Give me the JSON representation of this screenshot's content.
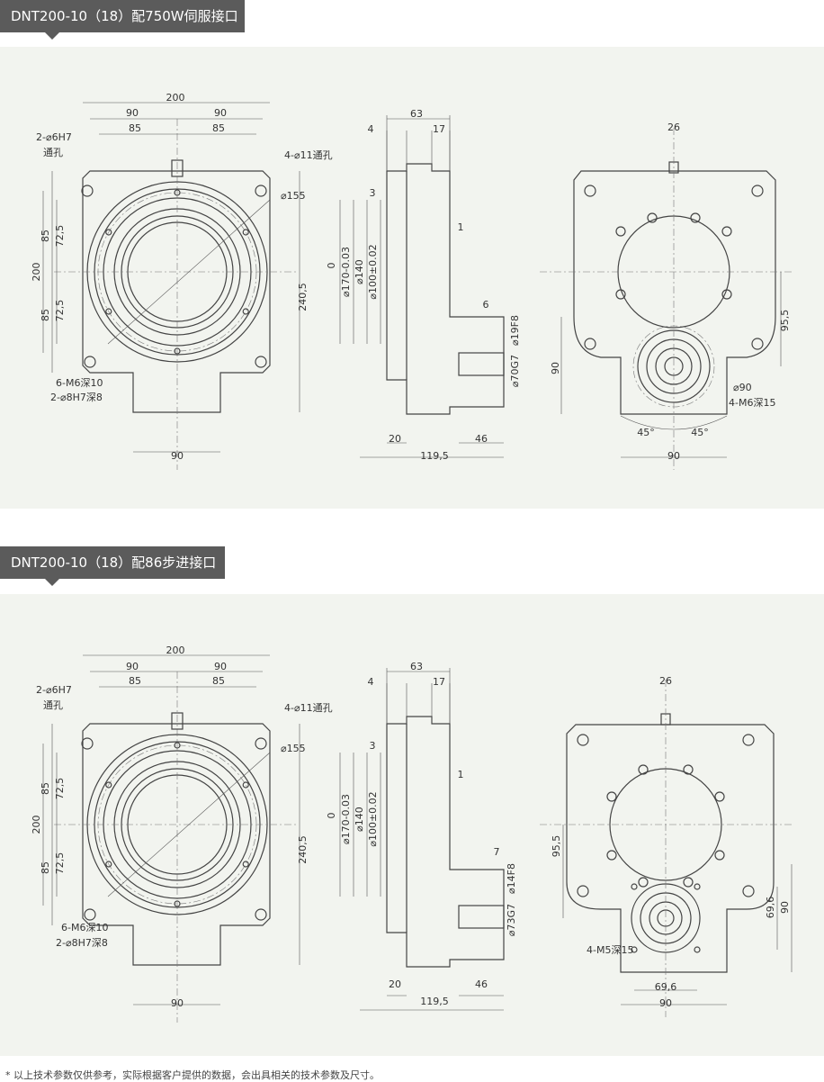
{
  "sections": [
    {
      "title": "DNT200-10（18）配750W伺服接口",
      "front": {
        "w200": "200",
        "w90a": "90",
        "w90b": "90",
        "w85a": "85",
        "w85b": "85",
        "hole1": "2-⌀6H7",
        "hole1b": "通孔",
        "hole2": "4-⌀11通孔",
        "d155": "⌀155",
        "h85a": "85",
        "h725a": "72,5",
        "h200": "200",
        "h85b": "85",
        "h725b": "72,5",
        "h2405": "240,5",
        "m6": "6-M6深10",
        "pin": "2-⌀8H7深8",
        "b90": "90"
      },
      "side": {
        "d63": "63",
        "d4": "4",
        "d17": "17",
        "d3": "3",
        "d1": "1",
        "d0": "0",
        "d170": "⌀170-0.03",
        "d140": "⌀140",
        "d100": "⌀100±0.02",
        "dk": "6",
        "shaft": "⌀19F8",
        "spigot": "⌀70G7",
        "d20": "20",
        "d46": "46",
        "d1195": "119,5"
      },
      "right": {
        "d26": "26",
        "d955": "95,5",
        "d90l": "90",
        "d90c": "⌀90",
        "tap": "4-M6深15",
        "a1": "45°",
        "a2": "45°",
        "b90": "90"
      }
    },
    {
      "title": "DNT200-10（18）配86步进接口",
      "front": {
        "w200": "200",
        "w90a": "90",
        "w90b": "90",
        "w85a": "85",
        "w85b": "85",
        "hole1": "2-⌀6H7",
        "hole1b": "通孔",
        "hole2": "4-⌀11通孔",
        "d155": "⌀155",
        "h85a": "85",
        "h725a": "72,5",
        "h200": "200",
        "h85b": "85",
        "h725b": "72,5",
        "h2405": "240,5",
        "m6": "6-M6深10",
        "pin": "2-⌀8H7深8",
        "b90": "90"
      },
      "side": {
        "d63": "63",
        "d4": "4",
        "d17": "17",
        "d3": "3",
        "d1": "1",
        "d0": "0",
        "d170": "⌀170-0.03",
        "d140": "⌀140",
        "d100": "⌀100±0.02",
        "dk": "7",
        "shaft": "⌀14F8",
        "spigot": "⌀73G7",
        "d20": "20",
        "d46": "46",
        "d1195": "119,5"
      },
      "right": {
        "d26": "26",
        "d955": "95,5",
        "d696r": "69,6",
        "d90r": "90",
        "tap": "4-M5深15",
        "d696b": "69,6",
        "b90": "90"
      }
    }
  ],
  "footer": "* 以上技术参数仅供参考，实际根据客户提供的数据，会出具相关的技术参数及尺寸。"
}
